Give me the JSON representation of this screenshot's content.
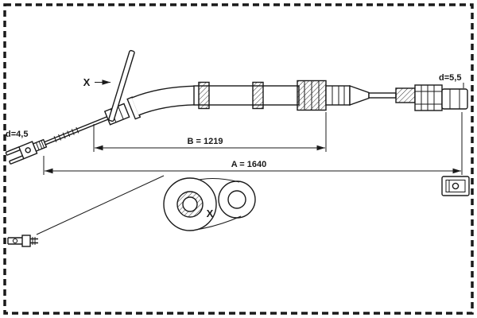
{
  "colors": {
    "line": "#1a1a1a",
    "background": "#ffffff"
  },
  "diagram": {
    "labels": {
      "diameter_left": "d=4,5",
      "diameter_right": "d=5,5",
      "dimension_b": "B = 1219",
      "dimension_a": "A = 1640",
      "section_marker": "X",
      "detail_marker": "X"
    },
    "dimensions": {
      "A": "1640",
      "B": "1219",
      "d_left": "4,5",
      "d_right": "5,5"
    }
  }
}
